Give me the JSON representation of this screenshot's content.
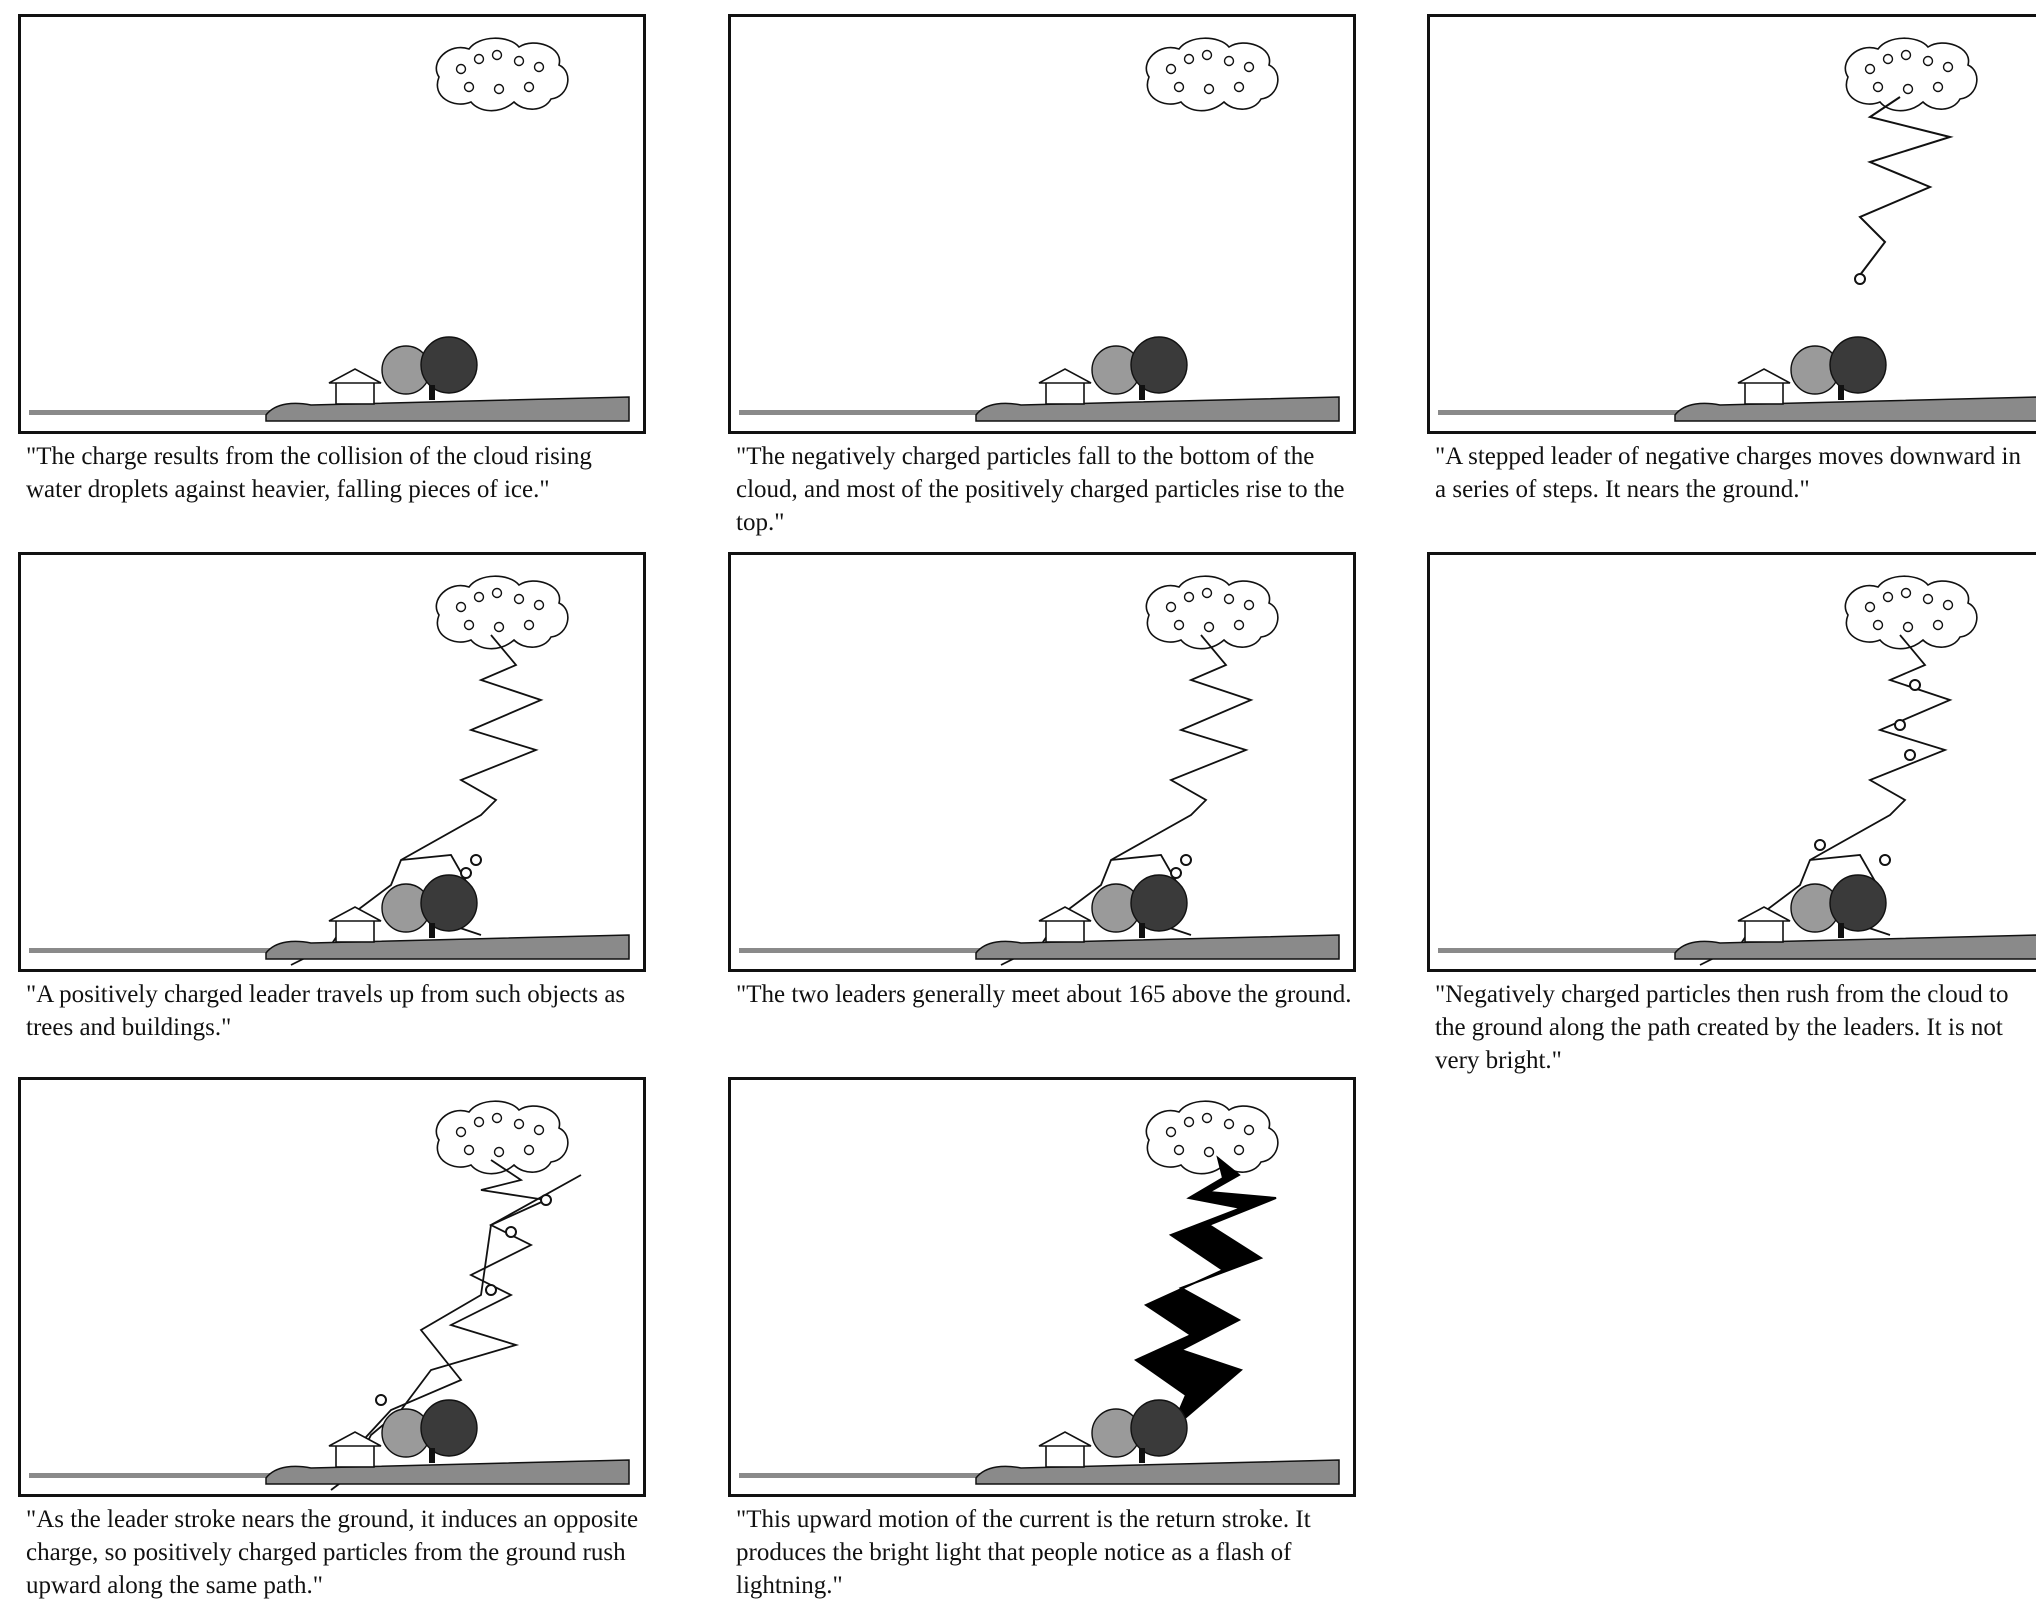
{
  "panels": [
    {
      "id": "p1",
      "stage": "charge-separation",
      "caption": "\"The charge results from the collision of the cloud rising water droplets against heavier, falling pieces of ice.\""
    },
    {
      "id": "p2",
      "stage": "charge-separated-cloud",
      "caption": "\"The negatively charged particles fall to the bottom of the cloud, and most of the positively charged particles rise to the top.\""
    },
    {
      "id": "p3",
      "stage": "stepped-leader",
      "caption": "\"A stepped leader of negative charges moves downward in a series of steps.  It nears the ground.\""
    },
    {
      "id": "p4",
      "stage": "positive-leader",
      "caption": "\"A positively charged leader travels up from such objects as trees and buildings.\""
    },
    {
      "id": "p5",
      "stage": "leaders-meet",
      "caption": "\"The two leaders generally meet about 165 above the ground."
    },
    {
      "id": "p6",
      "stage": "negative-rush",
      "caption": "\"Negatively charged particles then rush from the cloud to the ground along the path created by the leaders.  It is not very bright.\""
    },
    {
      "id": "p7",
      "stage": "induced-upward",
      "caption": "\"As the leader stroke nears the ground, it induces an opposite charge, so positively charged particles from the ground rush upward along the same path.\""
    },
    {
      "id": "p8",
      "stage": "return-stroke",
      "caption": "\"This upward motion of the current is the return stroke.  It produces the bright light that people notice as a flash of lightning.\""
    }
  ],
  "colors": {
    "ink": "#111111",
    "ground": "#8a8a8a",
    "tree_dark": "#3a3a3a",
    "tree_light": "#9a9a9a"
  }
}
